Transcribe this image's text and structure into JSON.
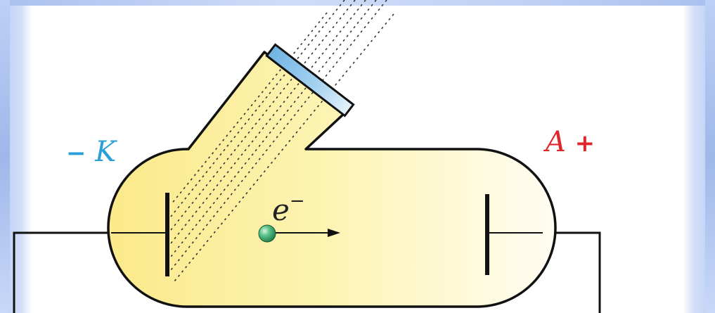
{
  "labels": {
    "cathode_sign": "−",
    "cathode": "K",
    "anode": "A",
    "anode_sign": "+",
    "electron": "e",
    "electron_charge": "−"
  },
  "colors": {
    "cathode_label": "#2aa0d8",
    "anode_label": "#e0262a",
    "tube_fill_light": "#fff9d6",
    "tube_fill_dark": "#fbe98a",
    "window": "#8fc4ea",
    "electron": "#3aa86b",
    "wire": "#111111"
  }
}
